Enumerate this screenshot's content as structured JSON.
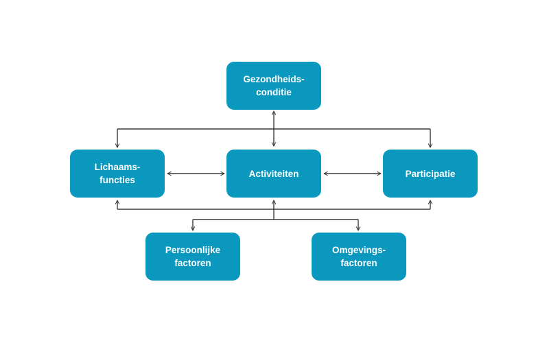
{
  "colors": {
    "box": "#0a98bf",
    "line": "#3a3a3a",
    "text": "#ffffff"
  },
  "nodes": {
    "gezondheid": "Gezondheids-\nconditie",
    "lichaam": "Lichaams-\nfuncties",
    "activiteit": "Activiteiten",
    "participatie": "Participatie",
    "persoon": "Persoonlijke\nfactoren",
    "omgeving": "Omgevings-\nfactoren"
  }
}
